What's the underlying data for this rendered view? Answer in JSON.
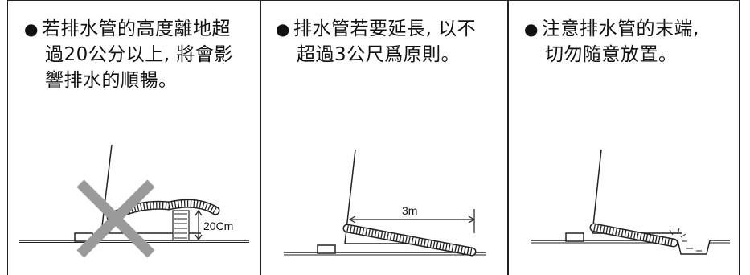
{
  "panels": [
    {
      "bullet": "●",
      "lines": [
        "若排水管的高度離地超",
        "過20公分以上, 將會影",
        "響排水的順暢。"
      ],
      "dimension_label": "20Cm"
    },
    {
      "bullet": "●",
      "lines": [
        "排水管若要延長, 以不",
        "超過3公尺爲原則。"
      ],
      "dimension_label": "3m"
    },
    {
      "bullet": "●",
      "lines": [
        "注意排水管的末端,",
        "切勿隨意放置。"
      ]
    }
  ],
  "icons": [
    "cross-mark-icon",
    "splash-icon"
  ]
}
